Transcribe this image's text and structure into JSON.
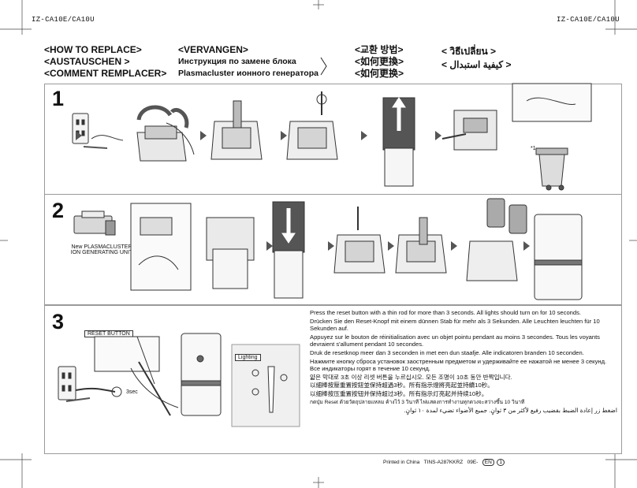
{
  "model": {
    "left": "IZ-CA10E/CA10U",
    "right": "IZ-CA10E/CA10U"
  },
  "headers": {
    "col1": [
      "<HOW TO REPLACE>",
      "<AUSTAUSCHEN >",
      "<COMMENT REMPLACER>"
    ],
    "col2": [
      "<VERVANGEN>",
      "Инструкция по замене блока",
      "Plasmacluster ионного генератора"
    ],
    "col3": [
      "<교환 방법>",
      "<如何更換>",
      "<如何更换>"
    ],
    "col4": [
      "< วิธีเปลี่ยน >",
      "< كيفية استبدال >"
    ]
  },
  "steps": {
    "one": "1",
    "two": "2",
    "three": "3"
  },
  "step1": {
    "note": "*1"
  },
  "step2": {
    "new_unit_label_line1": "New PLASMACLUSTER",
    "new_unit_label_line2": "ION GENERATING UNIT"
  },
  "step3": {
    "reset_button_label": "RESET BUTTON",
    "time_label": "3sec",
    "lighting_label": "Lighting",
    "instructions": [
      "Press the reset button with a thin rod for more than 3 seconds. All lights should turn on for 10 seconds.",
      "Drücken Sie den Reset-Knopf mit einem dünnen Stab für mehr als 3 Sekunden. Alle Leuchten leuchten für 10 Sekunden auf.",
      "Appuyez sur le bouton de réinitialisation avec un objet pointu pendant au moins 3 secondes. Tous les voyants devraient s'allument pendant 10 secondes.",
      "Druk de resetknop meer dan 3 seconden in met een dun staafje. Alle indicatoren branden 10 seconden.",
      "Нажмите кнопку сброса установок заостренным предметом и удерживайте ее нажатой не менее 3 секунд. Все индикаторы горят в течение 10 секунд.",
      "얇은 막대로 3초 이상 리셋 버튼을 누르십시오. 모든 조명이 10초 동안 반짝입니다.",
      "以細棒按壓重置按鈕並保持超過3秒。所有指示燈將亮起並持續10秒。",
      "以细棒按压重置按钮并保持超过3秒。所有指示灯亮起并持续10秒。",
      "กดปุ่ม Reset ด้วยวัตถุปลายแหลม ค้างไว้ 3 วินาที ไฟแสดงการทำงานทุกดวงจะสว่างขึ้น 10 วินาที",
      "اضغط زر إعادة الضبط بقضيب رفيع لأكثر من ٣ ثوانٍ. جميع الأضواء تضيء لمدة ١٠ ثوانٍ."
    ]
  },
  "footer": {
    "printed": "Printed in China",
    "code": "TINS-A287KKRZ",
    "date": "09E-",
    "lang": "EN",
    "page": "1"
  }
}
